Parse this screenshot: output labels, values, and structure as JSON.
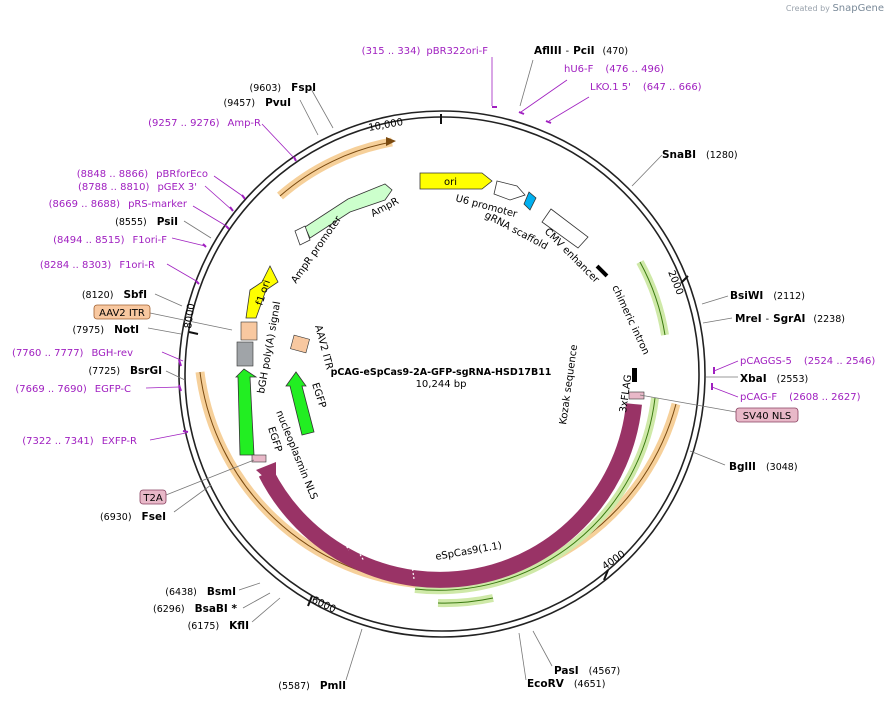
{
  "credit": {
    "prefix": "Created by",
    "brand": "SnapGene"
  },
  "plasmid": {
    "name": "pCAG-eSpCas9-2A-GFP-sgRNA-HSD17B11",
    "length_label": "10,244 bp",
    "length": 10244
  },
  "ticks": [
    {
      "label": "10,000",
      "pos": 10000
    },
    {
      "label": "2000",
      "pos": 2000
    },
    {
      "label": "4000",
      "pos": 4000
    },
    {
      "label": "6000",
      "pos": 6000
    },
    {
      "label": "8000",
      "pos": 8000
    }
  ],
  "sites": [
    {
      "name": "AflIII",
      "name2": "PciI",
      "pos_label": "(470)",
      "pos": 470,
      "side": "right"
    },
    {
      "name": "SnaBI",
      "pos_label": "(1280)",
      "pos": 1280,
      "side": "right"
    },
    {
      "name": "BsiWI",
      "pos_label": "(2112)",
      "pos": 2112,
      "side": "right"
    },
    {
      "name": "MreI",
      "name2": "SgrAI",
      "pos_label": "(2238)",
      "pos": 2238,
      "side": "right"
    },
    {
      "name": "XbaI",
      "pos_label": "(2553)",
      "pos": 2553,
      "side": "right"
    },
    {
      "name": "BglII",
      "pos_label": "(3048)",
      "pos": 3048,
      "side": "right"
    },
    {
      "name": "PasI",
      "pos_label": "(4567)",
      "pos": 4567,
      "side": "right"
    },
    {
      "name": "EcoRV",
      "pos_label": "(4651)",
      "pos": 4651,
      "side": "right"
    },
    {
      "name": "PmlI",
      "pos_label": "(5587)",
      "pos": 5587,
      "side": "left"
    },
    {
      "name": "KflI",
      "pos_label": "(6175)",
      "pos": 6175,
      "side": "left"
    },
    {
      "name": "BsaBI *",
      "pos_label": "(6296)",
      "pos": 6296,
      "side": "left"
    },
    {
      "name": "BsmI",
      "pos_label": "(6438)",
      "pos": 6438,
      "side": "left"
    },
    {
      "name": "FseI",
      "pos_label": "(6930)",
      "pos": 6930,
      "side": "left"
    },
    {
      "name": "BsrGI",
      "pos_label": "(7725)",
      "pos": 7725,
      "side": "left"
    },
    {
      "name": "NotI",
      "pos_label": "(7975)",
      "pos": 7975,
      "side": "left"
    },
    {
      "name": "SbfI",
      "pos_label": "(8120)",
      "pos": 8120,
      "side": "left"
    },
    {
      "name": "PsiI",
      "pos_label": "(8555)",
      "pos": 8555,
      "side": "left"
    },
    {
      "name": "PvuI",
      "pos_label": "(9457)",
      "pos": 9457,
      "side": "left"
    },
    {
      "name": "FspI",
      "pos_label": "(9603)",
      "pos": 9603,
      "side": "left"
    }
  ],
  "primers": [
    {
      "name": "pBR322ori-F",
      "range": "(315 .. 334)",
      "side": "left"
    },
    {
      "name": "hU6-F",
      "range": "(476 .. 496)",
      "side": "right"
    },
    {
      "name": "LKO.1 5'",
      "range": "(647 .. 666)",
      "side": "right"
    },
    {
      "name": "pCAGGS-5",
      "range": "(2524 .. 2546)",
      "side": "right"
    },
    {
      "name": "pCAG-F",
      "range": "(2608 .. 2627)",
      "side": "right"
    },
    {
      "name": "EXFP-R",
      "range": "(7322 .. 7341)",
      "side": "left"
    },
    {
      "name": "EGFP-C",
      "range": "(7669 .. 7690)",
      "side": "left"
    },
    {
      "name": "BGH-rev",
      "range": "(7760 .. 7777)",
      "side": "left"
    },
    {
      "name": "F1ori-R",
      "range": "(8284 .. 8303)",
      "side": "left"
    },
    {
      "name": "F1ori-F",
      "range": "(8494 .. 8515)",
      "side": "left"
    },
    {
      "name": "pRS-marker",
      "range": "(8669 .. 8688)",
      "side": "left"
    },
    {
      "name": "pGEX 3'",
      "range": "(8788 .. 8810)",
      "side": "left"
    },
    {
      "name": "pBRforEco",
      "range": "(8848 .. 8866)",
      "side": "left"
    },
    {
      "name": "Amp-R",
      "range": "(9257 .. 9276)",
      "side": "left"
    }
  ],
  "boxed_labels": [
    {
      "name": "AAV2 ITR",
      "color": "#f8c8a0"
    },
    {
      "name": "SV40 NLS",
      "color": "#e8b8c8"
    },
    {
      "name": "T2A",
      "color": "#e8b8c8"
    }
  ],
  "features": [
    {
      "name": "ori",
      "color": "#ffff00"
    },
    {
      "name": "U6 promoter",
      "color": "#ffffff"
    },
    {
      "name": "gRNA scaffold",
      "color": "#00b0f0"
    },
    {
      "name": "CMV enhancer",
      "color": "#ffffff"
    },
    {
      "name": "chimeric intron",
      "color": "#000000"
    },
    {
      "name": "Kozak sequence",
      "color": "#000000"
    },
    {
      "name": "3xFLAG",
      "color": "#000000"
    },
    {
      "name": "eSpCas9(1.1)",
      "color": "#993366"
    },
    {
      "name": "nucleoplasmin NLS",
      "color": "#e8b8c8"
    },
    {
      "name": "EGFP",
      "color": "#22ee22"
    },
    {
      "name": "EGFP",
      "color": "#22ee22"
    },
    {
      "name": "AAV2 ITR",
      "color": "#f8c8a0"
    },
    {
      "name": "bGH poly(A) signal",
      "color": "#a0a4a8"
    },
    {
      "name": "f1 ori",
      "color": "#ffff00"
    },
    {
      "name": "AmpR promoter",
      "color": "#ffffff"
    },
    {
      "name": "AmpR",
      "color": "#ccffcc"
    }
  ]
}
